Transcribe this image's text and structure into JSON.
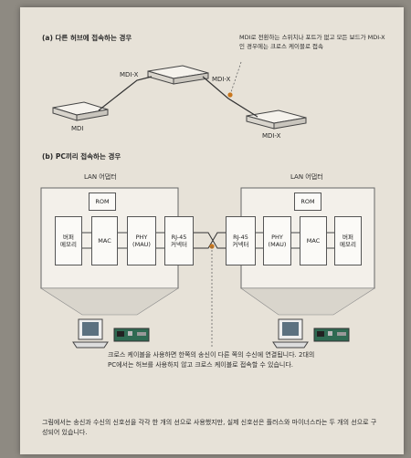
{
  "section_a": {
    "title": "(a) 다른 허브에 접속하는 경우",
    "callout": "MDI로 전환하는 스위치나 포트가 없고 모든 보드가 MDI-X인 경우에는 크로스 케이블로 접속",
    "labels": {
      "mdi": "MDI",
      "mdix_center_left": "MDI-X",
      "mdix_center_right": "MDI-X",
      "mdix_right": "MDI-X"
    }
  },
  "section_b": {
    "title": "(b) PC끼리 접속하는 경우",
    "adapter_label": "LAN 어댑터",
    "rom": "ROM",
    "buffer": "버퍼\n메모리",
    "mac": "MAC",
    "phy": "PHY\n(MAU)",
    "rj45": "RJ-45\n커넥터",
    "callout": "크로스 케이블을 사용하면 한쪽의 송신이 다른 쪽의 수신에 연결됩니다. 2대의 PC에서는 허브를 사용하지 않고 크로스 케이블로 접속할 수 있습니다."
  },
  "footnote": "그림에서는 송신과 수신의 신호선을 각각 한 개의 선으로 사용했지만, 실제 신호선은 플러스와 마이너스라는 두 개의 선으로 구성되어 있습니다.",
  "colors": {
    "accent": "#c8771e",
    "page": "#e7e2d8",
    "line": "#3a3a3a"
  }
}
